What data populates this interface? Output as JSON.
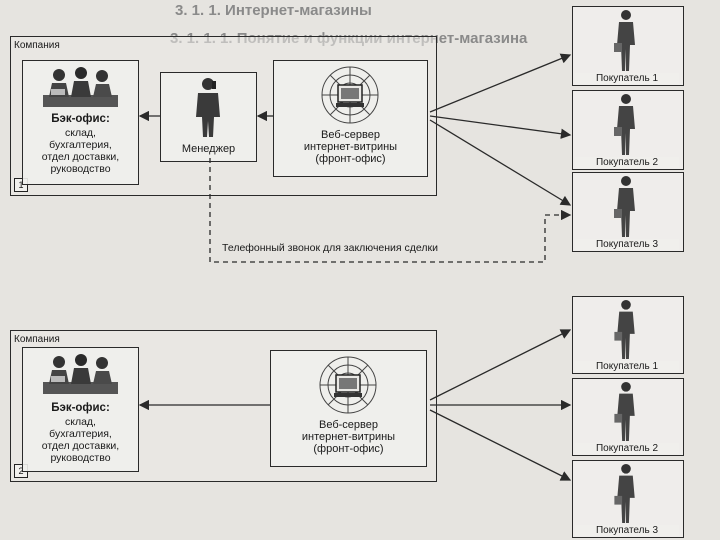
{
  "heading_top": "3. 1. 1. Интернет-магазины",
  "heading_sub": "3. 1. 1. 1. Понятие и функции интернет-магазина",
  "scheme1": {
    "number": "1",
    "company_label": "Компания",
    "back_office_title": "Бэк-офис:",
    "back_office_text": "склад,\nбухгалтерия,\nотдел доставки,\nруководство",
    "manager_label": "Менеджер",
    "web_server_text": "Веб-сервер\nинтернет-витрины\n(фронт-офис)",
    "phone_call_text": "Телефонный звонок для заключения сделки",
    "buyers": [
      "Покупатель 1",
      "Покупатель 2",
      "Покупатель 3"
    ]
  },
  "scheme2": {
    "number": "2",
    "company_label": "Компания",
    "back_office_title": "Бэк-офис:",
    "back_office_text": "склад,\nбухгалтерия,\nотдел доставки,\nруководство",
    "web_server_text": "Веб-сервер\nинтернет-витрины\n(фронт-офис)",
    "buyers": [
      "Покупатель 1",
      "Покупатель 2",
      "Покупатель 3"
    ]
  },
  "colors": {
    "line": "#2a2a2a",
    "paper": "#e6e4e0"
  }
}
